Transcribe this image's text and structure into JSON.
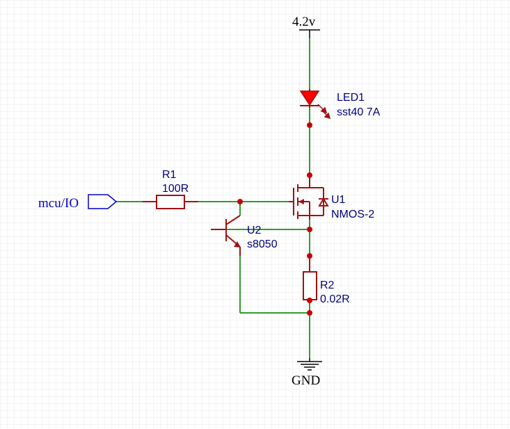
{
  "colors": {
    "wire": "#2e9b2e",
    "component": "#a01010",
    "led_fill": "#ff0000",
    "junction": "#c80000",
    "label_text": "#000080",
    "net_text": "#000000",
    "grid": "#e8e8e8",
    "port": "#0000cc"
  },
  "power": {
    "label": "4.2v"
  },
  "ground": {
    "label": "GND"
  },
  "net_port": {
    "label": "mcu/IO"
  },
  "components": {
    "led1": {
      "ref": "LED1",
      "value": "sst40 7A"
    },
    "r1": {
      "ref": "R1",
      "value": "100R"
    },
    "u1": {
      "ref": "U1",
      "value": "NMOS-2"
    },
    "u2": {
      "ref": "U2",
      "value": "s8050"
    },
    "r2": {
      "ref": "R2",
      "value": "0.02R"
    }
  }
}
